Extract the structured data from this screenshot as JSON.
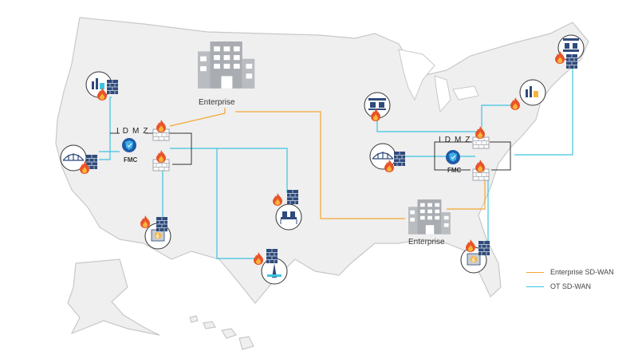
{
  "colors": {
    "enterprise_line": "#f0a830",
    "ot_line": "#3cc4e0",
    "map_fill": "#efefef",
    "map_stroke": "#c8c8c8",
    "building": "#b9bcc0",
    "flame": "#e8542a",
    "firewall_blue": "#2f4b7c",
    "fmc_blue": "#1e5aa8"
  },
  "sites": {
    "enterprise_west": {
      "label": "Enterprise"
    },
    "enterprise_east": {
      "label": "Enterprise"
    }
  },
  "idmz": {
    "west": {
      "label": "IDMZ",
      "fmc": "FMC"
    },
    "east": {
      "label": "IDMZ",
      "fmc": "FMC"
    }
  },
  "legend": {
    "enterprise": "Enterprise SD-WAN",
    "ot": "OT SD-WAN"
  },
  "icons": {
    "building": "office-building-icon",
    "firewall": "firewall-icon",
    "flame": "fire-icon",
    "fmc": "fmc-shield-icon",
    "refinery": "refinery-icon",
    "factory": "factory-icon",
    "bridge": "bridge-icon",
    "conveyor": "conveyor-icon",
    "power": "power-station-icon",
    "oilrig": "oil-rig-icon"
  }
}
